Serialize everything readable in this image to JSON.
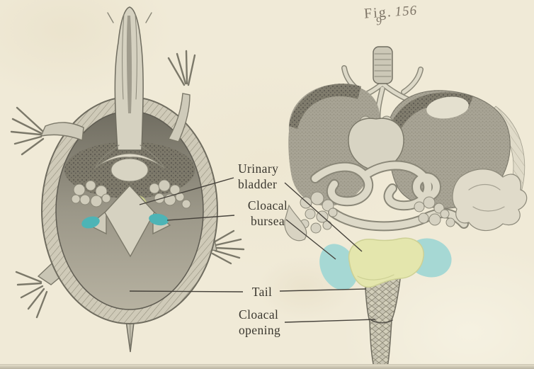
{
  "caption": {
    "prefix": "Fig.",
    "number": "156",
    "mark": "9"
  },
  "labels": {
    "urinary_bladder": "Urinary bladder",
    "cloacal_bursea": "Cloacal bursea",
    "tail": "Tail",
    "cloacal_opening": "Cloacal opening"
  },
  "illustration": {
    "left_figure": "turtle-dissection-dorsal-view",
    "right_figure": "posterior-viscera-closeup"
  },
  "colors": {
    "background": "#f0ead7",
    "highlight_yellow_left": "#d6da96",
    "highlight_teal_left": "#4db4b6",
    "highlight_yellow_right": "#e4e6ad",
    "highlight_teal_right": "#a6d8d4",
    "label_text": "#3a372f",
    "leader_line": "#46423b",
    "caption_ink": "#7d7466"
  }
}
